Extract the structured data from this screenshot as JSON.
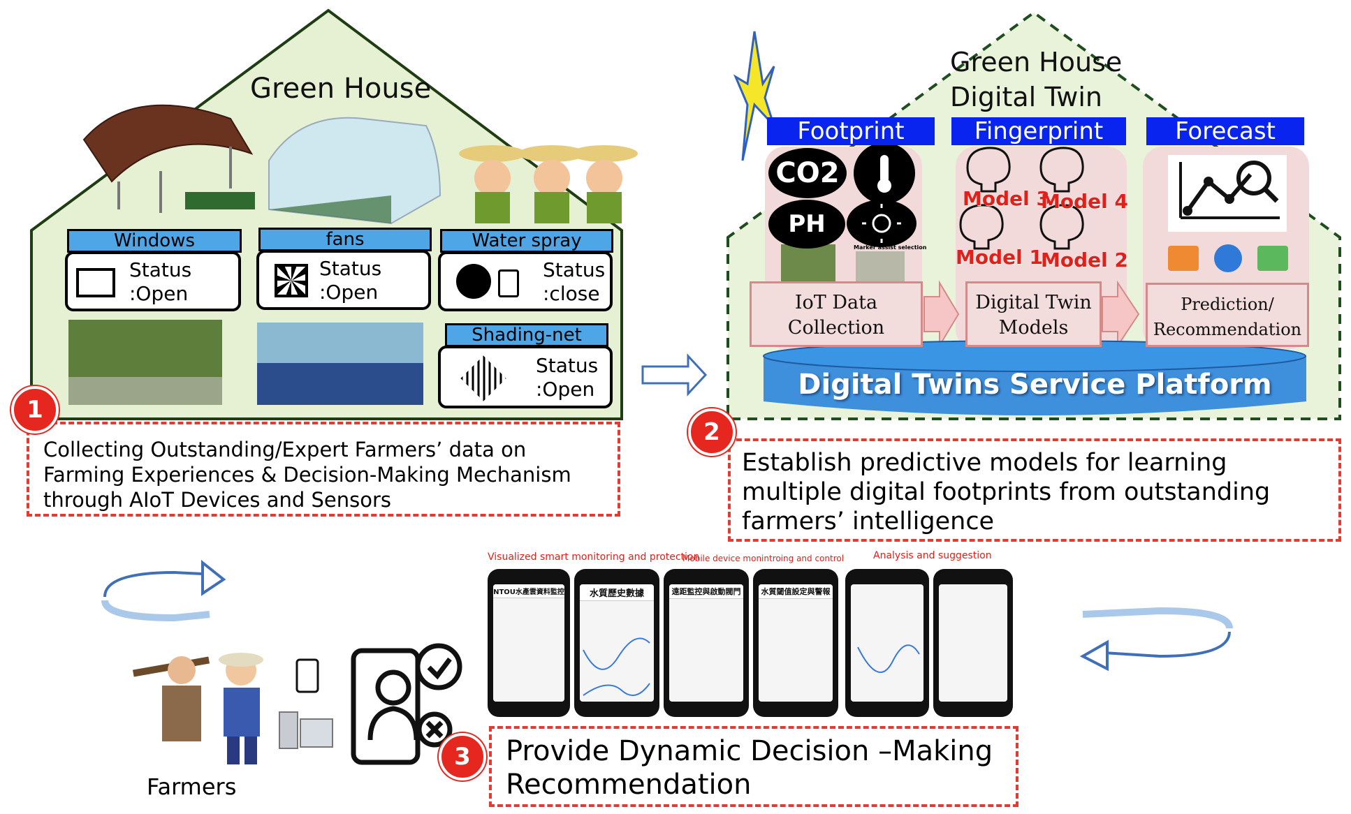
{
  "greenhouse": {
    "title": "Green House",
    "devices": [
      {
        "tab": "Windows",
        "status": "Status\n:Open",
        "icon": "window-icon"
      },
      {
        "tab": "fans",
        "status": "Status\n:Open",
        "icon": "fan-icon"
      },
      {
        "tab": "Water spray",
        "status": "Status\n:close",
        "icon": "water-spray-icon"
      },
      {
        "tab": "Shading-net",
        "status": "Status\n:Open",
        "icon": "shading-net-icon"
      }
    ],
    "step_badge": "1",
    "step_text": "Collecting Outstanding/Expert Farmers’    data  on Farming Experiences & Decision-Making Mechanism through AIoT Devices and Sensors"
  },
  "digital_twin": {
    "title_line1": "Green House",
    "title_line2": "Digital Twin",
    "tabs": [
      "Footprint",
      "Fingerprint",
      "Forecast"
    ],
    "sensors": [
      "CO2",
      "PH"
    ],
    "marker_caption": "Marker assist selection",
    "models": [
      "Model 3",
      "Model 4",
      "Model 1",
      "Model 2"
    ],
    "stages": [
      "IoT Data\nCollection",
      "Digital Twin\nModels",
      "Prediction/\nRecommendation"
    ],
    "platform": "Digital Twins Service Platform",
    "step_badge": "2",
    "step_text": "Establish predictive models for learning multiple digital footprints from outstanding farmers’ intelligence"
  },
  "app": {
    "captions": [
      "Visualized smart monitoring and protection",
      "Mobile device monintroing and control",
      "Analysis and suggestion"
    ],
    "phone_titles": [
      "NTOU水產雲資料監控",
      "水質歷史數據",
      "遠距監控與啟動閥門",
      "水質閾值設定與警報",
      "",
      ""
    ],
    "step_badge": "3",
    "step_text": "Provide Dynamic Decision –Making Recommendation",
    "farmers_label": "Farmers"
  },
  "colors": {
    "greenhouse_fill": "#e6f1d3",
    "tab_blue": "#4ea6e6",
    "dt_blue": "#0a24f0",
    "platform_blue": "#3e8fdc",
    "badge_red": "#e5271f",
    "dash_red": "#e33a32"
  }
}
